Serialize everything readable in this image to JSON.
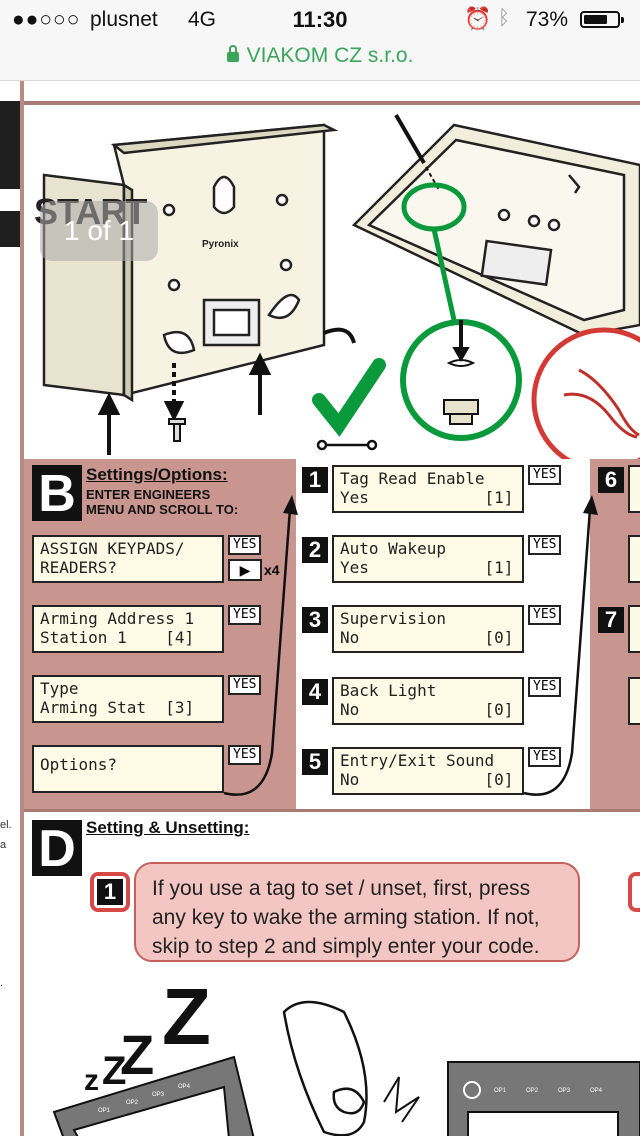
{
  "status_bar": {
    "signal": "●●○○○",
    "carrier": "plusnet",
    "network": "4G",
    "time": "11:30",
    "battery": "73%",
    "battery_level": 0.73
  },
  "url_bar": {
    "site": "VIAKOM CZ s.r.o.",
    "lock_color": "#3ba55c"
  },
  "pager": {
    "label": "1 of 1"
  },
  "document": {
    "start_title": "START",
    "brand_mark": "Pyronix",
    "left_fragments": [
      "el.",
      "a",
      "."
    ],
    "section_b": {
      "letter": "B",
      "heading": "Settings/Options:",
      "subheading_line1": "ENTER ENGINEERS",
      "subheading_line2": "MENU AND SCROLL TO:",
      "left_steps": [
        {
          "line1": "ASSIGN KEYPADS/",
          "line2": "READERS?",
          "button": "YES"
        },
        {
          "line1": "Arming Address 1",
          "line2": "Station 1    [4]",
          "button": "YES"
        },
        {
          "line1": "Type",
          "line2": "Arming Stat  [3]",
          "button": "YES"
        },
        {
          "line1": "Options?",
          "line2": "",
          "button": "YES"
        }
      ],
      "arrow_repeat": "x4",
      "options": [
        {
          "num": "1",
          "line1": "Tag Read Enable",
          "line2": "Yes            [1]",
          "button": "YES"
        },
        {
          "num": "2",
          "line1": "Auto Wakeup",
          "line2": "Yes            [1]",
          "button": "YES"
        },
        {
          "num": "3",
          "line1": "Supervision",
          "line2": "No             [0]",
          "button": "YES"
        },
        {
          "num": "4",
          "line1": "Back Light",
          "line2": "No             [0]",
          "button": "YES"
        },
        {
          "num": "5",
          "line1": "Entry/Exit Sound",
          "line2": "No             [0]",
          "button": "YES"
        }
      ],
      "right_numbers": [
        "6",
        "7"
      ]
    },
    "section_d": {
      "letter": "D",
      "heading": "Setting & Unsetting:",
      "step_num": "1",
      "step_text": "If you use a tag to set / unset, first, press any key to wake the arming station. If not, skip to step 2 and simply enter your code.",
      "keypad_labels": [
        "OP1",
        "OP2",
        "OP3",
        "OP4"
      ],
      "sleep_letters": [
        "Z",
        "Z",
        "Z",
        "z"
      ]
    }
  }
}
